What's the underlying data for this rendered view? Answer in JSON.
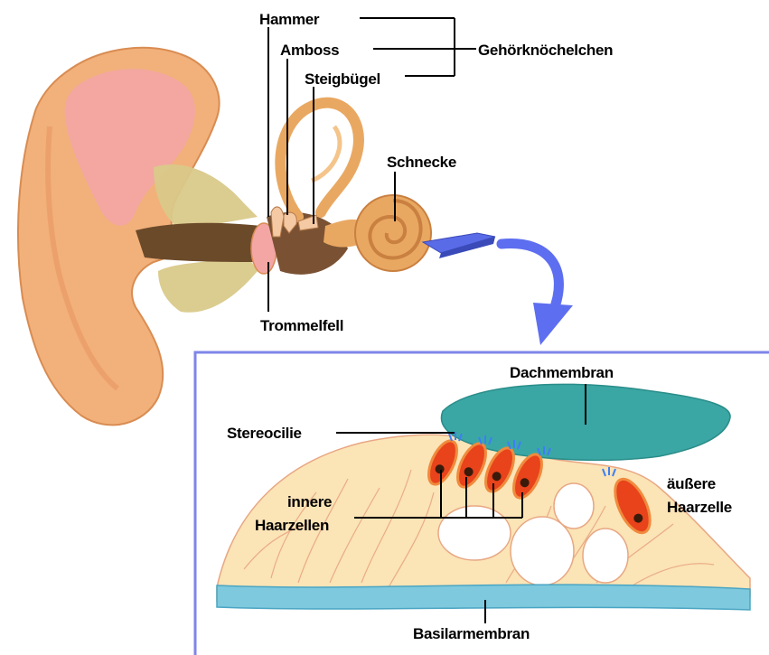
{
  "labels": {
    "hammer": "Hammer",
    "amboss": "Amboss",
    "steigbuegel": "Steigbügel",
    "gehoerknoechelchen": "Gehörknöchelchen",
    "schnecke": "Schnecke",
    "trommelfell": "Trommelfell",
    "dachmembran": "Dachmembran",
    "stereocilie": "Stereocilie",
    "innere_haarzellen_1": "innere",
    "innere_haarzellen_2": "Haarzellen",
    "aeussere_haarzelle_1": "äußere",
    "aeussere_haarzelle_2": "Haarzelle",
    "basilarmembran": "Basilarmembran"
  },
  "colors": {
    "skin": "#f2b17a",
    "skin_dark": "#d98c52",
    "inner_pink": "#f3a6a4",
    "bone_tissue": "#d9c98a",
    "canal": "#6b4a2a",
    "cochlea": "#e9a862",
    "frame_border": "#7f86e8",
    "arrow": "#5e6ef0",
    "tectorial": "#3aa7a4",
    "organ_tissue": "#fbe4b6",
    "organ_lines": "#e8a783",
    "basilar": "#7ec9dd",
    "hair_cell": "#e8431b",
    "hair_cell_rim": "#f08a3d",
    "cilia": "#3d7ff5",
    "section_plane": "#5a6be8"
  }
}
